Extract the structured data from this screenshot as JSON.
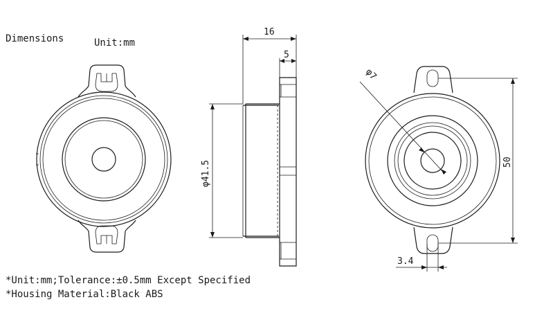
{
  "header": {
    "title": "Dimensions",
    "unit": "Unit:mm"
  },
  "side_view": {
    "width_total": "16",
    "width_flange": "5",
    "diameter": "φ41.5"
  },
  "back_view": {
    "hole_diameter": "φ7",
    "mount_height": "50",
    "slot_width": "3.4"
  },
  "notes": {
    "line1": "*Unit:mm;Tolerance:±0.5mm Except Specified",
    "line2": "*Housing Material:Black ABS"
  },
  "colors": {
    "ink": "#1a1a1a",
    "paper": "#ffffff"
  }
}
